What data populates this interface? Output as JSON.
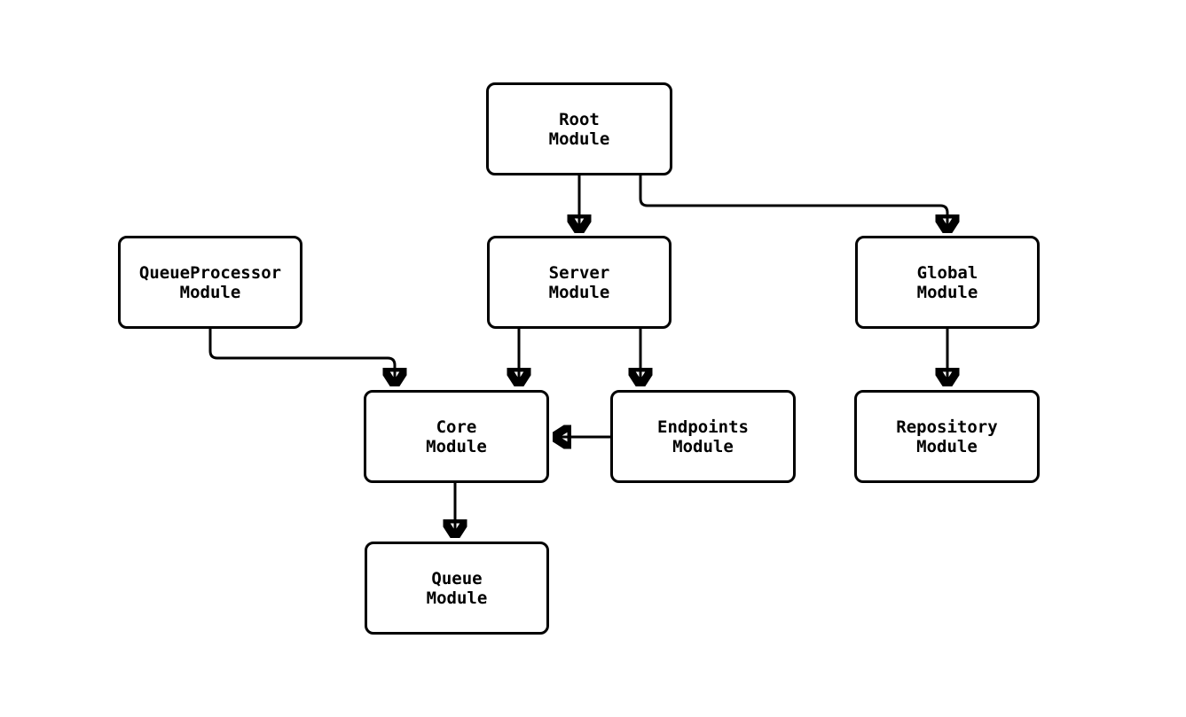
{
  "diagram": {
    "title": "module-dependency-graph",
    "background_color": "#ffffff",
    "node_fill_color": "#ffffff",
    "node_border_color": "#000000",
    "edge_color": "#000000",
    "text_color": "#000000",
    "nodes": [
      {
        "id": "root-module",
        "label": "Root\nModule"
      },
      {
        "id": "server-module",
        "label": "Server\nModule"
      },
      {
        "id": "queueprocessor-module",
        "label": "QueueProcessor\nModule"
      },
      {
        "id": "global-module",
        "label": "Global\nModule"
      },
      {
        "id": "core-module",
        "label": "Core\nModule"
      },
      {
        "id": "endpoints-module",
        "label": "Endpoints\nModule"
      },
      {
        "id": "repository-module",
        "label": "Repository\nModule"
      },
      {
        "id": "queue-module",
        "label": "Queue\nModule"
      }
    ],
    "edges": [
      {
        "from": "root-module",
        "to": "server-module"
      },
      {
        "from": "root-module",
        "to": "global-module"
      },
      {
        "from": "queueprocessor-module",
        "to": "core-module"
      },
      {
        "from": "server-module",
        "to": "core-module"
      },
      {
        "from": "server-module",
        "to": "endpoints-module"
      },
      {
        "from": "endpoints-module",
        "to": "core-module"
      },
      {
        "from": "global-module",
        "to": "repository-module"
      },
      {
        "from": "core-module",
        "to": "queue-module"
      }
    ]
  }
}
